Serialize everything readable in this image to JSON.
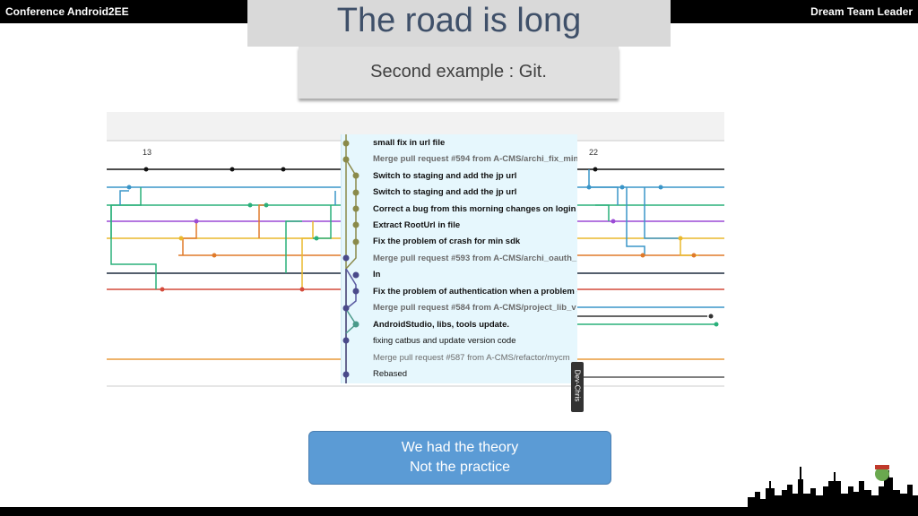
{
  "header": {
    "left": "Conference Android2EE",
    "right": "Dream Team Leader"
  },
  "slide": {
    "title": "The road is long",
    "subtitle": "Second example : Git."
  },
  "graph": {
    "col_left": "13",
    "col_right": "22",
    "commits": [
      {
        "msg": "small fix in url file",
        "style": "bold"
      },
      {
        "msg": "Merge pull request #594 from A-CMS/archi_fix_min",
        "style": "merge"
      },
      {
        "msg": "Switch to staging and add the jp url",
        "style": "bold"
      },
      {
        "msg": "Switch to staging and add the jp url",
        "style": "bold"
      },
      {
        "msg": "Correct a bug from this morning changes on login b",
        "style": "bold"
      },
      {
        "msg": "Extract RootUrl in file",
        "style": "bold"
      },
      {
        "msg": "Fix the problem of crash for min sdk",
        "style": "bold"
      },
      {
        "msg": "Merge pull request #593 from A-CMS/archi_oauth_",
        "style": "merge"
      },
      {
        "msg": "In",
        "style": "bold"
      },
      {
        "msg": "Fix the problem of authentication when a problem o",
        "style": "bold"
      },
      {
        "msg": "Merge pull request #584 from A-CMS/project_lib_v",
        "style": "merge"
      },
      {
        "msg": "AndroidStudio, libs, tools update.",
        "style": "bold"
      },
      {
        "msg": "fixing catbus and update version code",
        "style": "plain"
      },
      {
        "msg": "Merge pull request #587 from A-CMS/refactor/mycm",
        "style": "merge"
      },
      {
        "msg": "Rebased",
        "style": "plain"
      }
    ],
    "tag": "Dev-Chris"
  },
  "callout": {
    "line1": "We had the theory",
    "line2": "Not the practice"
  },
  "colors": {
    "title": "#3f5069",
    "callout": "#5b9bd5",
    "overlay": "#e6f7fd"
  }
}
